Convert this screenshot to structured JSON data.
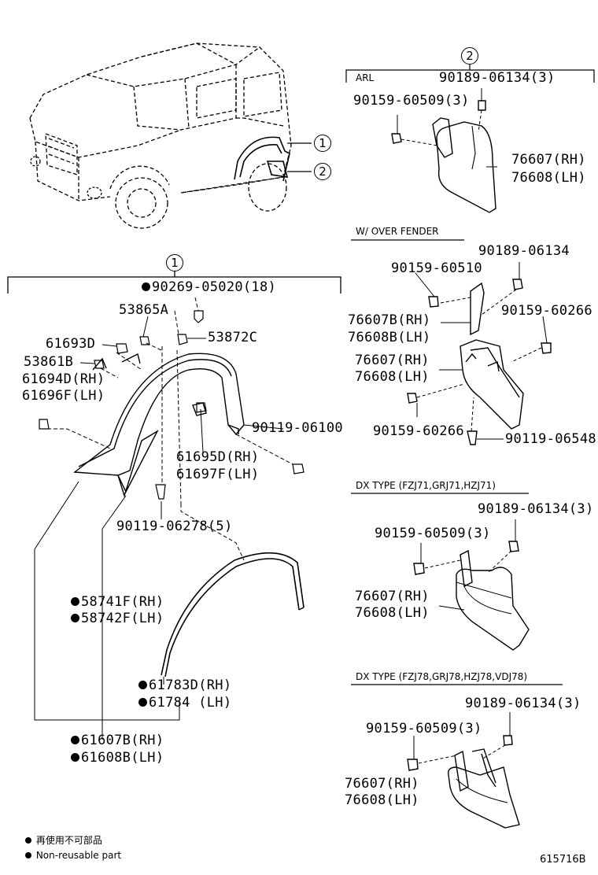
{
  "diagram_id": "615716B",
  "callout_1": "1",
  "callout_2": "2",
  "left_group": {
    "p_90269": "90269-05020(18)",
    "p_53865": "53865A",
    "p_53872": "53872C",
    "p_61693": "61693D",
    "p_53861": "53861B",
    "p_61694": "61694D(RH)",
    "p_61696": "61696F(LH)",
    "p_90119_06100": "90119-06100",
    "p_61695": "61695D(RH)",
    "p_61697": "61697F(LH)",
    "p_90119_06278": "90119-06278(5)",
    "p_58741": "58741F(RH)",
    "p_58742": "58742F(LH)",
    "p_61783": "61783D(RH)",
    "p_61784": "61784 (LH)",
    "p_61607": "61607B(RH)",
    "p_61608": "61608B(LH)"
  },
  "arl": {
    "header": "ARL",
    "p_90189": "90189-06134(3)",
    "p_90159": "90159-60509(3)",
    "p_76607": "76607(RH)",
    "p_76608": "76608(LH)"
  },
  "over_fender": {
    "header": "W/ OVER FENDER",
    "p_90189": "90189-06134",
    "p_90159_60510": "90159-60510",
    "p_90159_60266_a": "90159-60266",
    "p_76607b": "76607B(RH)",
    "p_76608b": "76608B(LH)",
    "p_76607": "76607(RH)",
    "p_76608": "76608(LH)",
    "p_90159_60266_b": "90159-60266",
    "p_90119_06548": "90119-06548"
  },
  "dx71": {
    "header": "DX TYPE (FZJ71,GRJ71,HZJ71)",
    "p_90189": "90189-06134(3)",
    "p_90159": "90159-60509(3)",
    "p_76607": "76607(RH)",
    "p_76608": "76608(LH)"
  },
  "dx78": {
    "header": "DX TYPE (FZJ78,GRJ78,HZJ78,VDJ78)",
    "p_90189": "90189-06134(3)",
    "p_90159": "90159-60509(3)",
    "p_76607": "76607(RH)",
    "p_76608": "76608(LH)"
  },
  "legend": {
    "jp": "再使用不可部品",
    "en": "Non-reusable part"
  }
}
